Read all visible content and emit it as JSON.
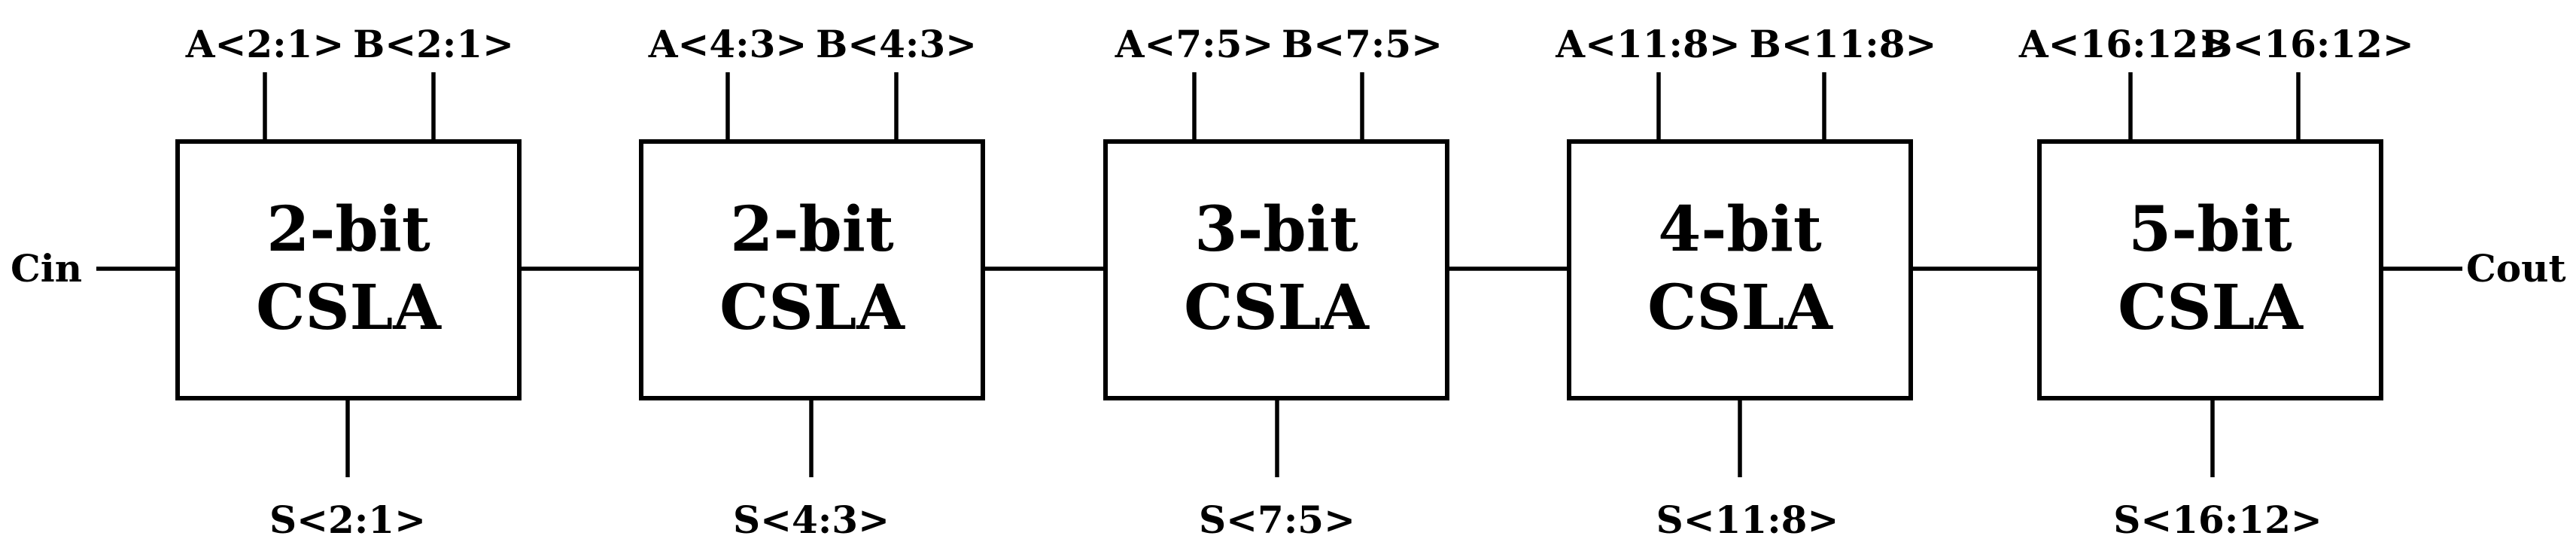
{
  "diagram": {
    "carry_in_label": "Cin",
    "carry_out_label": "Cout",
    "blocks": [
      {
        "width_label": "2-bit",
        "type_label": "CSLA",
        "input_a": "A<2:1>",
        "input_b": "B<2:1>",
        "sum_output": "S<2:1>"
      },
      {
        "width_label": "2-bit",
        "type_label": "CSLA",
        "input_a": "A<4:3>",
        "input_b": "B<4:3>",
        "sum_output": "S<4:3>"
      },
      {
        "width_label": "3-bit",
        "type_label": "CSLA",
        "input_a": "A<7:5>",
        "input_b": "B<7:5>",
        "sum_output": "S<7:5>"
      },
      {
        "width_label": "4-bit",
        "type_label": "CSLA",
        "input_a": "A<11:8>",
        "input_b": "B<11:8>",
        "sum_output": "S<11:8>"
      },
      {
        "width_label": "5-bit",
        "type_label": "CSLA",
        "input_a": "A<16:12>",
        "input_b": "B<16:12>",
        "sum_output": "S<16:12>"
      }
    ]
  }
}
